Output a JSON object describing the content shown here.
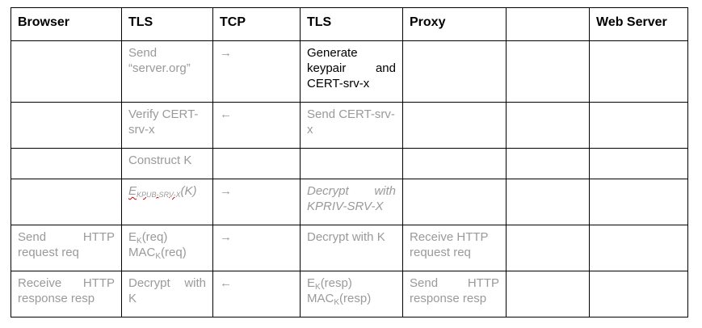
{
  "headers": [
    "Browser",
    "TLS",
    "TCP",
    "TLS",
    "Proxy",
    "",
    "Web Server"
  ],
  "rows": [
    {
      "tls_a": "Send “server.org”",
      "tcp": "→",
      "tls_b": "Generate keypair and CERT-srv-x"
    },
    {
      "tls_a": "Verify CERT-srv-x",
      "tcp": "←",
      "tls_b": "Send CERT-srv-x"
    },
    {
      "tls_a": "Construct K"
    },
    {
      "tls_a_base": "E",
      "tls_a_sub": "KPUB-SRV-X",
      "tls_a_tail": "(K)",
      "tcp": "→",
      "tls_b": "Decrypt with KPRIV-SRV-X"
    },
    {
      "browser": "Send HTTP request req",
      "tls_a_line1_base": "E",
      "tls_a_line1_sub": "K",
      "tls_a_line1_tail": "(req)",
      "tls_a_line2_base": "MAC",
      "tls_a_line2_sub": "K",
      "tls_a_line2_tail": "(req)",
      "tcp": "→",
      "tls_b": "Decrypt with K",
      "proxy": "Receive HTTP request req"
    },
    {
      "browser": "Receive HTTP response resp",
      "tls_a": "Decrypt with K",
      "tcp": "←",
      "tls_b_line1_base": "E",
      "tls_b_line1_sub": "K",
      "tls_b_line1_tail": "(resp)",
      "tls_b_line2_base": "MAC",
      "tls_b_line2_sub": "K",
      "tls_b_line2_tail": "(resp)",
      "proxy": "Send HTTP response resp"
    }
  ]
}
